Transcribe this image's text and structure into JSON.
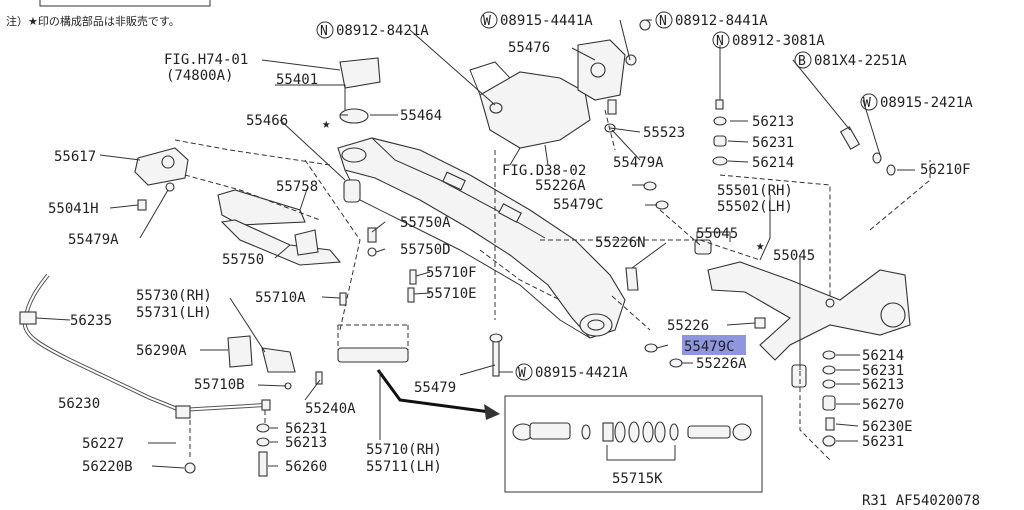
{
  "note": "注）★印の構成部品は非販売です。",
  "footer_code": "R31  AF54020078",
  "highlight_color": "#7b84d8",
  "labels": {
    "n08912_8421A": "08912-8421A",
    "w08915_4441A": "08915-4441A",
    "n08912_8441A": "08912-8441A",
    "p55476": "55476",
    "n08912_3081A": "08912-3081A",
    "b081X4_2251A": "081X4-2251A",
    "fig_h74": "FIG.H74-01",
    "fig_h74_sub": "(74800A)",
    "p55401": "55401",
    "p55466": "55466",
    "p55464": "55464",
    "p55523": "55523",
    "p56213a": "56213",
    "w08915_2421A": "08915-2421A",
    "p55617": "55617",
    "p56231a": "56231",
    "fig_d38": "FIG.D38-02",
    "p55479A_top": "55479A",
    "p56214a": "56214",
    "p56210F": "56210F",
    "p55758": "55758",
    "p55226A_top": "55226A",
    "p55501": "55501(RH)",
    "p55502": "55502(LH)",
    "p55041H": "55041H",
    "p55479C_top": "55479C",
    "p55479A_left": "55479A",
    "p55750A": "55750A",
    "p55045a": "55045",
    "p55226N": "55226N",
    "p55750D": "55750D",
    "p55045b": "55045",
    "p55750": "55750",
    "p55710F": "55710F",
    "p55730": "55730(RH)",
    "p55731": "55731(LH)",
    "p55710A": "55710A",
    "p55710E": "55710E",
    "p56235": "56235",
    "p55226": "55226",
    "p55479C_hl": "55479C",
    "p56290A": "56290A",
    "p56214b": "56214",
    "p55226A_bot": "55226A",
    "p56231b": "56231",
    "p55710B": "55710B",
    "p55479": "55479",
    "w08915_4421A": "08915-4421A",
    "p56213b": "56213",
    "p56230": "56230",
    "p55240A": "55240A",
    "p56270": "56270",
    "p56231c": "56231",
    "p56213c": "56213",
    "p56230E": "56230E",
    "p55710": "55710(RH)",
    "p55711": "55711(LH)",
    "p56227": "56227",
    "p56231d": "56231",
    "p56220B": "56220B",
    "p56260": "56260",
    "p55715K": "55715K"
  },
  "prefixes": {
    "N": "N",
    "W": "W",
    "B": "B"
  },
  "star": "★"
}
